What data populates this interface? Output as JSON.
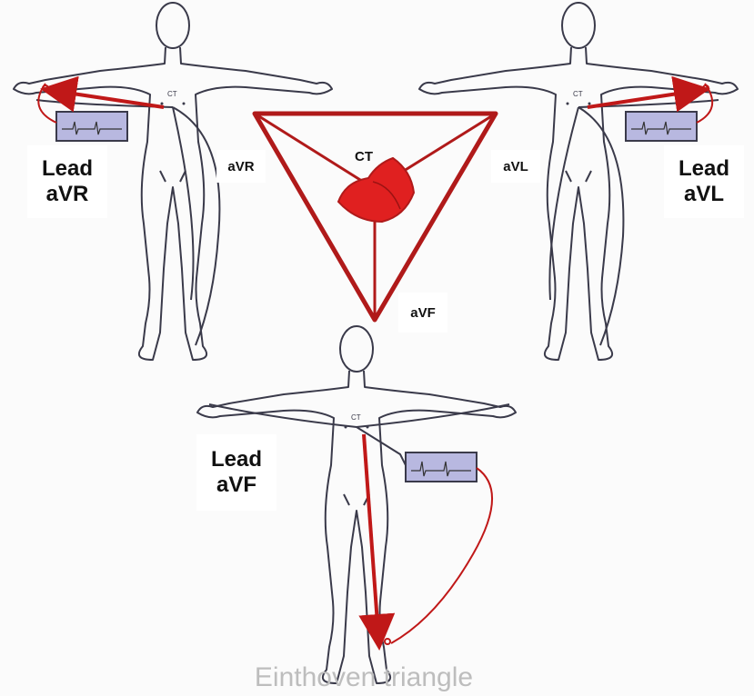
{
  "leads": {
    "avr_panel": [
      "Lead",
      "aVR"
    ],
    "avl_panel": [
      "Lead",
      "aVL"
    ],
    "avf_panel": [
      "Lead",
      "aVF"
    ]
  },
  "triangle": {
    "vertex_left": "aVR",
    "vertex_right": "aVL",
    "vertex_bottom": "aVF",
    "center": "CT"
  },
  "caption": "Einthoven triangle",
  "colors": {
    "red": "#b01a1a",
    "heart": "#e02020",
    "figure": "#3a3a4a",
    "monitor": "#b8b8e0"
  }
}
